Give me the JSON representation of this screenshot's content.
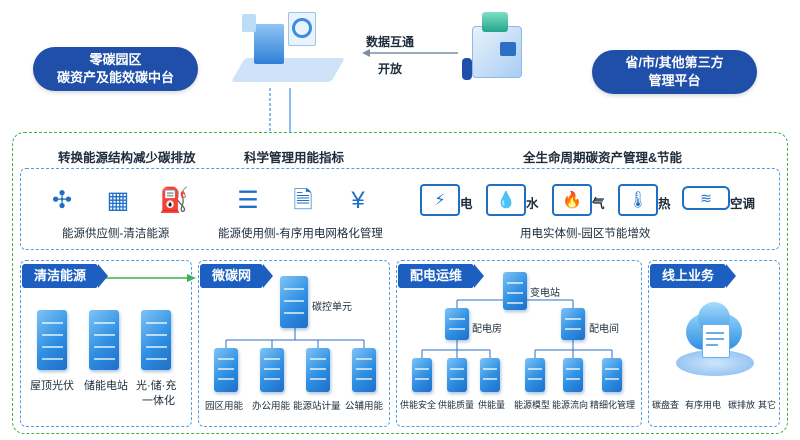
{
  "top": {
    "left_pill": [
      "零碳园区",
      "碳资产及能效碳中台"
    ],
    "right_pill": [
      "省/市/其他第三方",
      "管理平台"
    ],
    "exchange": [
      "数据互通",
      "开放"
    ]
  },
  "headers": {
    "h1": "转换能源结构减少碳排放",
    "h2": "科学管理用能指标",
    "h3": "全生命周期碳资产管理&节能"
  },
  "icons_row": {
    "group1_caption": "能源供应侧-清洁能源",
    "group2_caption": "能源使用侧-有序用电网格化管理",
    "group3_caption": "用电实体侧-园区节能增效",
    "meters": [
      "电",
      "水",
      "气",
      "热",
      "空调"
    ]
  },
  "sections": {
    "clean": {
      "title": "清洁能源",
      "items": [
        "屋顶光伏",
        "储能电站",
        "光·储·充",
        "一体化"
      ]
    },
    "micro": {
      "title": "微碳网",
      "hub": "碳控单元",
      "items": [
        "园区用能",
        "办公用能",
        "能源站计量",
        "公辅用能"
      ]
    },
    "dist": {
      "title": "配电运维",
      "top": "变电站",
      "mid_left": "配电房",
      "mid_right": "配电间",
      "items": [
        "供能安全",
        "供能质量",
        "供能量",
        "能源模型",
        "能源流向",
        "精细化管理"
      ]
    },
    "online": {
      "title": "线上业务",
      "items": [
        "碳盘查",
        "有序用电",
        "碳排放",
        "其它"
      ]
    }
  },
  "colors": {
    "pill": "#1f4fa8",
    "accent_blue": "#1d5fc0",
    "green": "#3cb14a"
  }
}
